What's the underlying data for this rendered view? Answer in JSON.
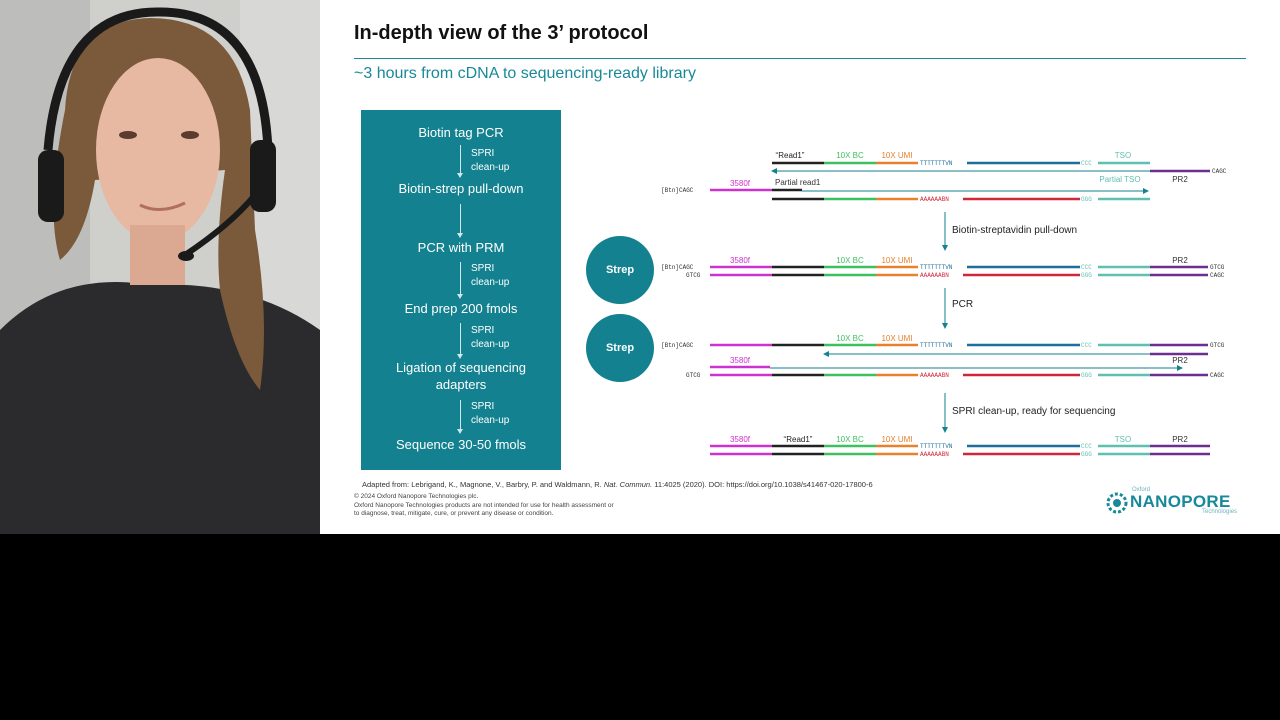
{
  "slide": {
    "title": "In-depth view of the 3’ protocol",
    "subtitle": "~3 hours from cDNA to sequencing-ready library",
    "workflow": {
      "steps": [
        "Biotin tag PCR",
        "Biotin-strep pull-down",
        "PCR with PRM",
        "End prep 200 fmols",
        "Ligation of sequencing adapters",
        "Sequence 30-50 fmols"
      ],
      "spri_line1": "SPRI",
      "spri_line2": "clean-up"
    },
    "strep_label": "Strep",
    "diagram": {
      "read1": "“Read1”",
      "bc": "10X BC",
      "umi": "10X UMI",
      "tso": "TSO",
      "pr2": "PR2",
      "partial_tso": "Partial TSO",
      "partial_read1": "Partial read1",
      "f3580": "3580f",
      "poly_t": "TTTTTTTVN",
      "poly_a": "AAAAAABN",
      "ccc": "CCC",
      "ggg": "GGG",
      "btn_cagc": "[Btn]CAGC",
      "cagc": "CAGC",
      "gtcg": "GTCG",
      "step_pulldown": "Biotin-streptavidin pull-down",
      "step_pcr": "PCR",
      "step_spri": "SPRI clean-up, ready for sequencing"
    },
    "footnote_prefix": "Adapted from: Lebrigand, K., Magnone, V., Barbry, P. and Waldmann, R.",
    "footnote_journal": "Nat. Commun.",
    "footnote_suffix": "11:4025 (2020). DOI: https://doi.org/10.1038/s41467-020-17800-6",
    "copyright1": "© 2024 Oxford Nanopore Technologies plc.",
    "copyright2": "Oxford Nanopore Technologies products are not intended for use for health assessment or",
    "copyright3": "to diagnose, treat, mitigate, cure, or prevent any disease or condition.",
    "logo": {
      "top": "Oxford",
      "main": "NANOPORE",
      "bottom": "Technologies"
    }
  },
  "colors": {
    "teal": "#13818f",
    "magenta": "#cc33cc",
    "black": "#222222",
    "green": "#3fbf5f",
    "orange": "#e8812e",
    "blue": "#1f6f9e",
    "red": "#d0263a",
    "tso": "#5fbfb0",
    "purple": "#6b2f8f"
  }
}
